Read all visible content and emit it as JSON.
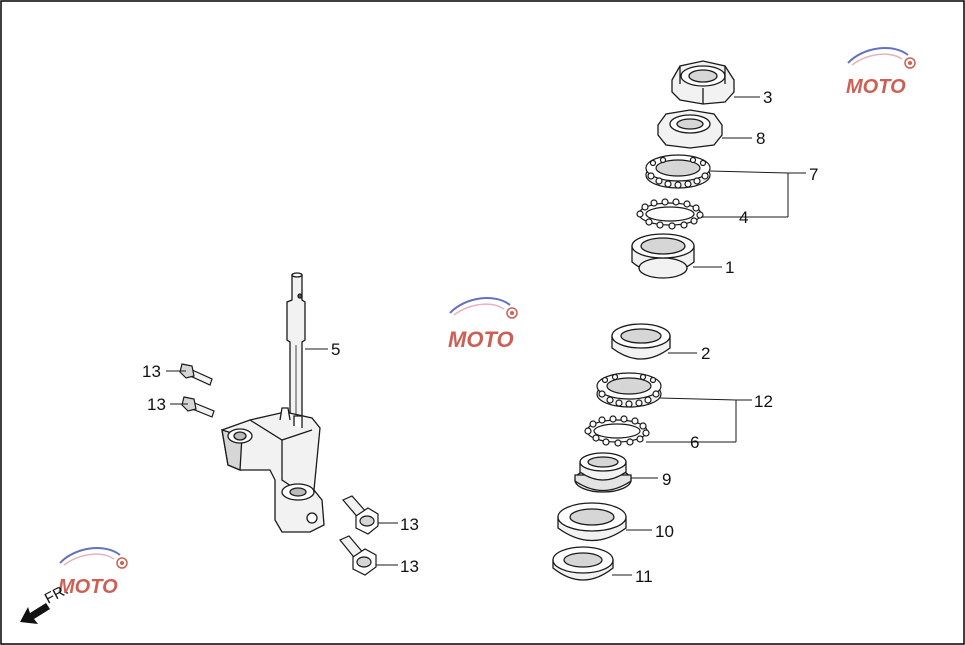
{
  "direction_label": "FR.",
  "watermark": {
    "text": "MOTO"
  },
  "callouts": [
    {
      "id": "c3",
      "text": "3"
    },
    {
      "id": "c8",
      "text": "8"
    },
    {
      "id": "c7",
      "text": "7"
    },
    {
      "id": "c4",
      "text": "4"
    },
    {
      "id": "c1",
      "text": "1"
    },
    {
      "id": "c5",
      "text": "5"
    },
    {
      "id": "c2",
      "text": "2"
    },
    {
      "id": "c12",
      "text": "12"
    },
    {
      "id": "c6",
      "text": "6"
    },
    {
      "id": "c9",
      "text": "9"
    },
    {
      "id": "c10",
      "text": "10"
    },
    {
      "id": "c11",
      "text": "11"
    },
    {
      "id": "c13a",
      "text": "13"
    },
    {
      "id": "c13b",
      "text": "13"
    },
    {
      "id": "c13c",
      "text": "13"
    },
    {
      "id": "c13d",
      "text": "13"
    }
  ],
  "colors": {
    "line": "#1a1a1a",
    "part_fill": "#f2f2f2",
    "shade": "#d6d6d6",
    "watermark_red": "#c0392b",
    "watermark_blue": "#3b4fb0"
  }
}
